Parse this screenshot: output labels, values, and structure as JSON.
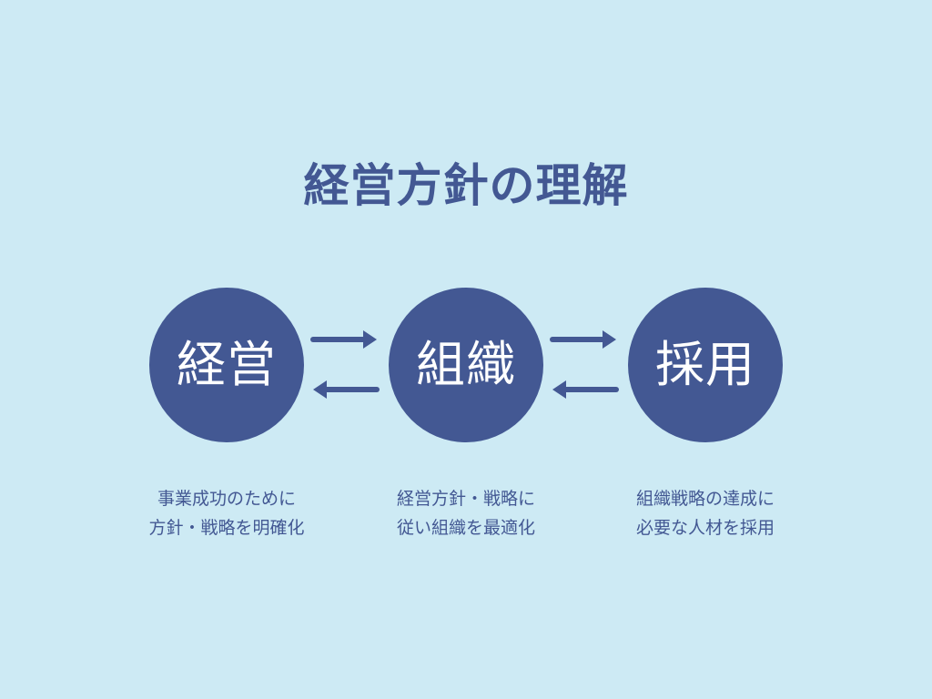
{
  "colors": {
    "background": "#cdeaf4",
    "primary": "#435893",
    "node_text": "#ffffff"
  },
  "title": "経営方針の理解",
  "nodes": [
    {
      "label": "経営",
      "caption": [
        "事業成功のために",
        "方針・戦略を明確化"
      ]
    },
    {
      "label": "組織",
      "caption": [
        "経営方針・戦略に",
        "従い組織を最適化"
      ]
    },
    {
      "label": "採用",
      "caption": [
        "組織戦略の達成に",
        "必要な人材を採用"
      ]
    }
  ],
  "connectors": [
    {
      "from": "経営",
      "to": "組織",
      "direction": "bidirectional"
    },
    {
      "from": "組織",
      "to": "採用",
      "direction": "bidirectional"
    }
  ]
}
